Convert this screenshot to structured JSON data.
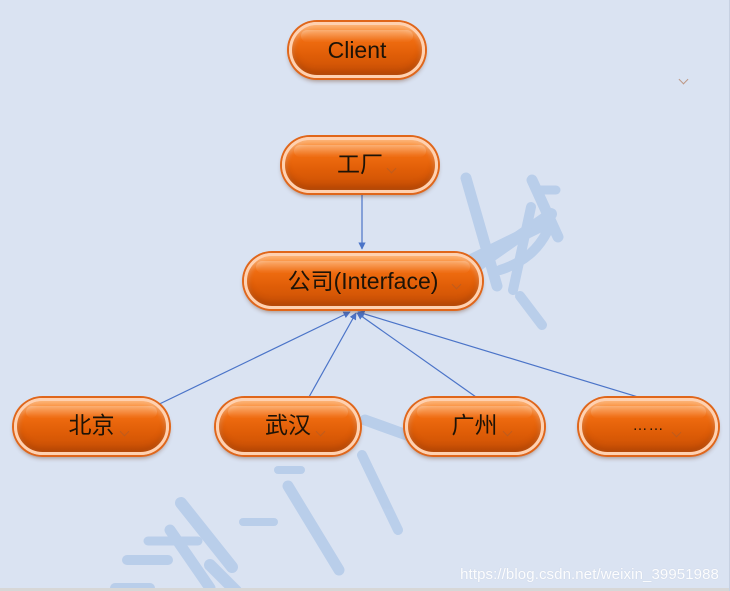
{
  "diagram": {
    "nodes": {
      "client": "Client",
      "factory": "工厂",
      "company_interface": "公司(Interface)",
      "beijing": "北京",
      "wuhan": "武汉",
      "guangzhou": "广州",
      "more": "……"
    },
    "connections": [
      {
        "from": "factory",
        "to": "company_interface"
      },
      {
        "from": "beijing",
        "to": "company_interface"
      },
      {
        "from": "wuhan",
        "to": "company_interface"
      },
      {
        "from": "guangzhou",
        "to": "company_interface"
      },
      {
        "from": "more",
        "to": "company_interface"
      }
    ]
  },
  "watermark": {
    "url": "https://blog.csdn.net/weixin_39951988"
  },
  "colors": {
    "background": "#dae3f2",
    "node_fill": "#e56a12",
    "node_outline": "#ffd1b0",
    "connector": "#4b74c8",
    "watermark_strokes": "#b8cdea"
  }
}
